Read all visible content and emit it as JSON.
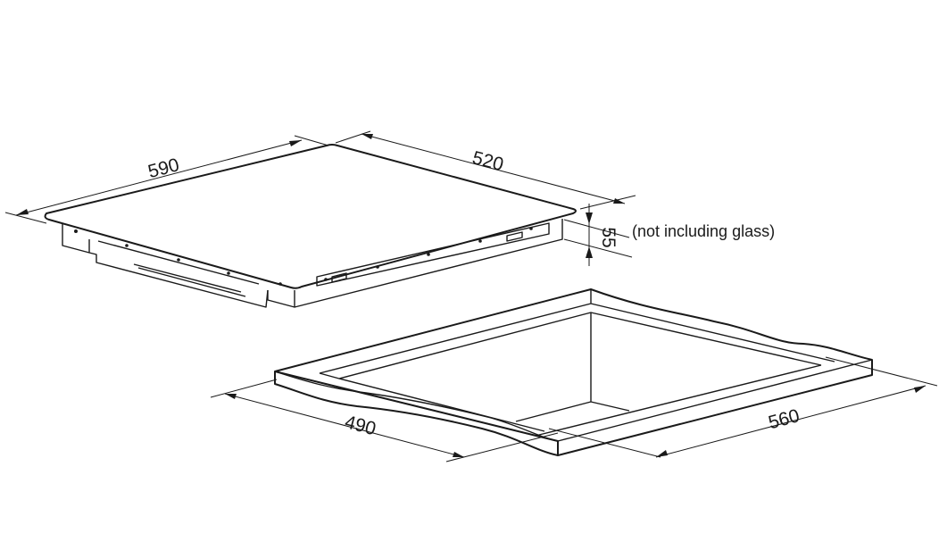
{
  "hob": {
    "width_label": "590",
    "depth_label": "520",
    "height_label": "55",
    "height_note": "(not including glass)"
  },
  "cutout": {
    "depth_label": "490",
    "width_label": "560"
  }
}
